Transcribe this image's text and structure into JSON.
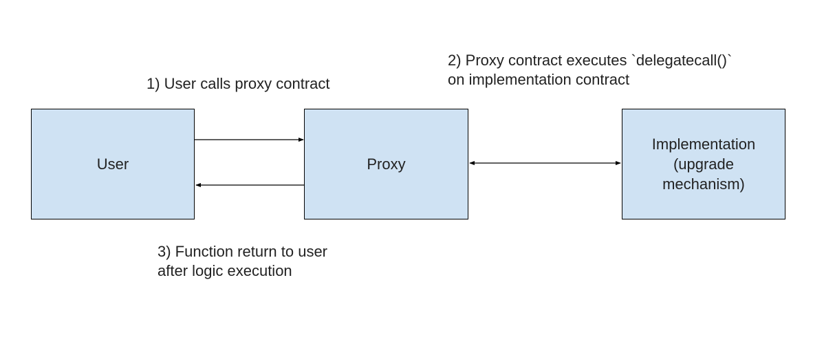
{
  "diagram": {
    "nodes": {
      "user": {
        "label": "User"
      },
      "proxy": {
        "label": "Proxy"
      },
      "implementation": {
        "label": "Implementation\n(upgrade\nmechanism)"
      }
    },
    "captions": {
      "step1": {
        "lines": [
          "1) User calls proxy contract"
        ]
      },
      "step2": {
        "lines": [
          "2) Proxy contract executes `delegatecall()`",
          "on implementation contract"
        ]
      },
      "step3": {
        "lines": [
          "3) Function return to user",
          "after logic execution"
        ]
      }
    },
    "edges": [
      {
        "from": "user",
        "to": "proxy",
        "direction": "forward"
      },
      {
        "from": "proxy",
        "to": "user",
        "direction": "forward"
      },
      {
        "from": "proxy",
        "to": "implementation",
        "direction": "both"
      }
    ]
  },
  "colors": {
    "node_fill": "#cfe2f3",
    "node_border": "#000000",
    "text": "#222222",
    "arrow": "#000000"
  }
}
